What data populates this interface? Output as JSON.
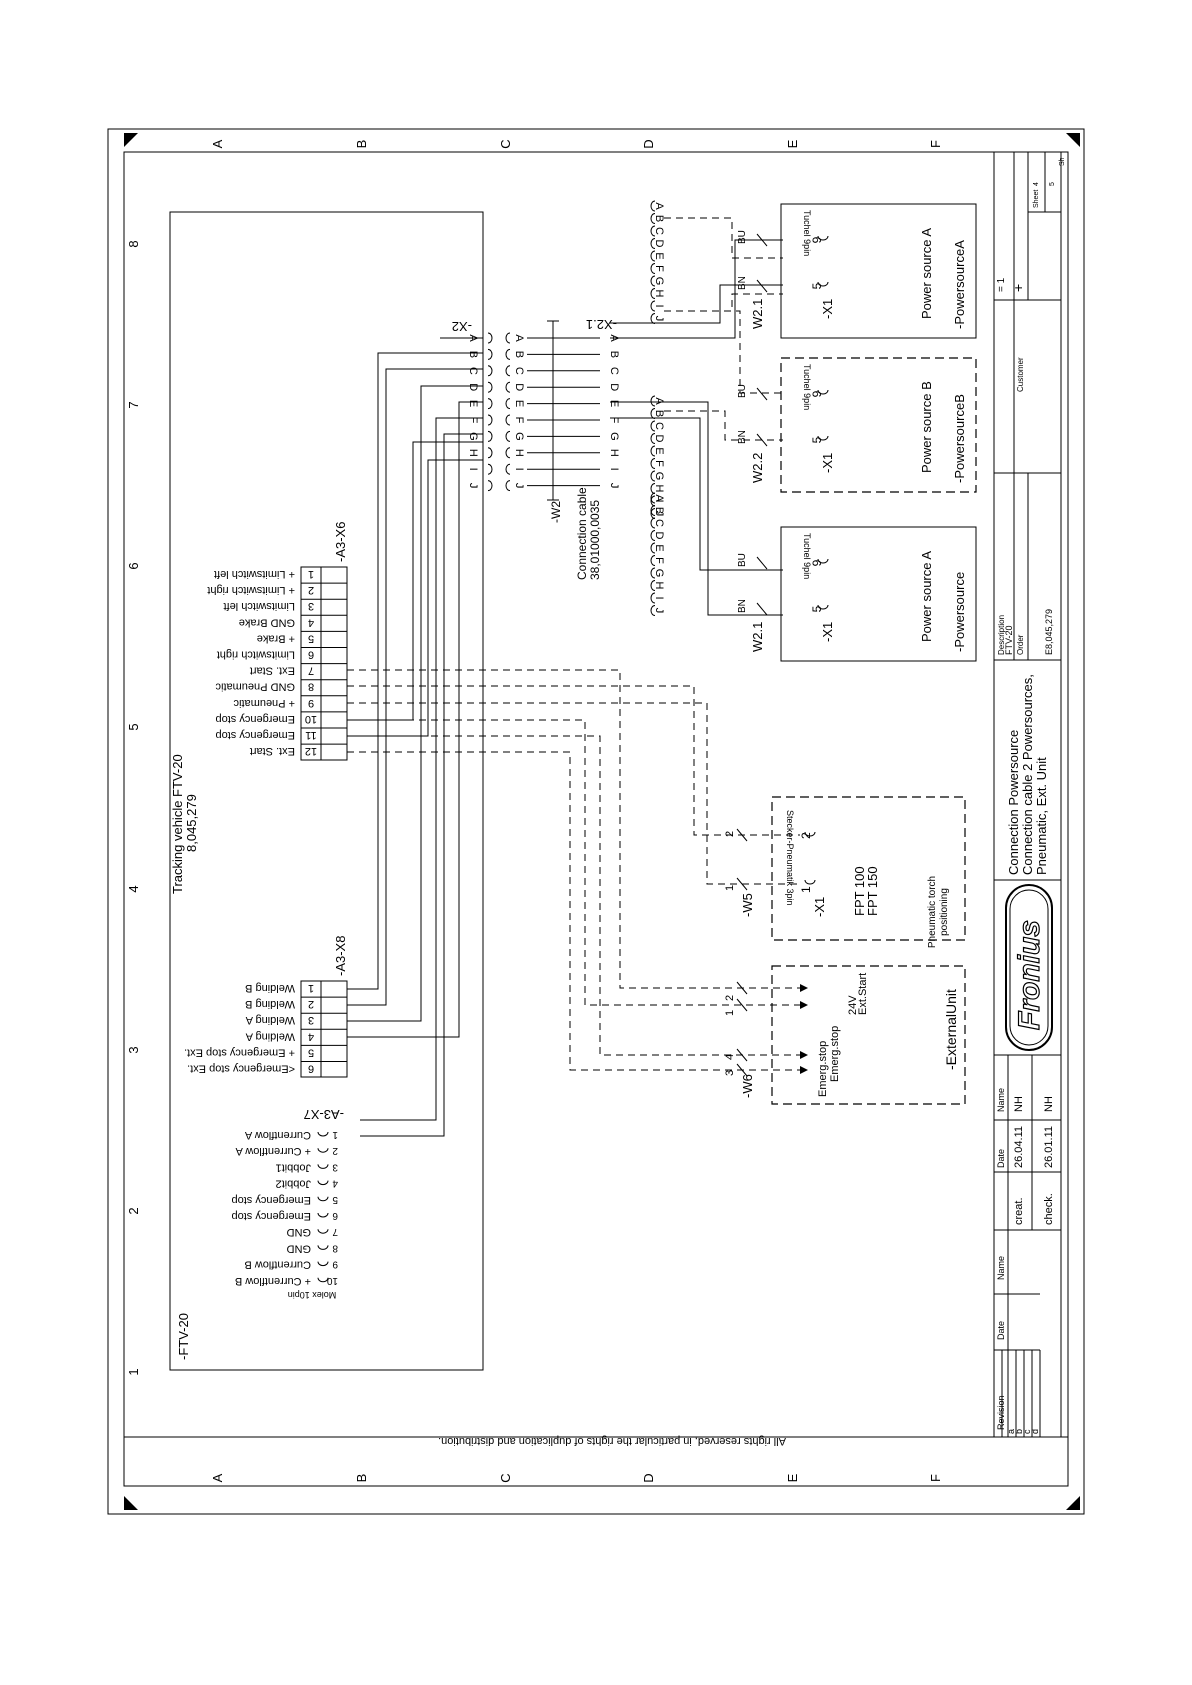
{
  "frame": {
    "zone_letters": [
      "A",
      "B",
      "C",
      "D",
      "E",
      "F"
    ],
    "zone_numbers": [
      "1",
      "2",
      "3",
      "4",
      "5",
      "6",
      "7",
      "8"
    ]
  },
  "copyright": "All rights reserved, in particular the rights of duplication and distribution.",
  "ftv": {
    "box_label": "-FTV-20",
    "title": "Tracking vehicle FTV-20",
    "part_no": "8,045,279"
  },
  "x6": {
    "tag": "-A3-X6",
    "rows": [
      {
        "num": "1",
        "label": "+ Limitswitch left"
      },
      {
        "num": "2",
        "label": "+ Limitswitch right"
      },
      {
        "num": "3",
        "label": "Limitswitch left"
      },
      {
        "num": "4",
        "label": "GND Brake"
      },
      {
        "num": "5",
        "label": "+ Brake"
      },
      {
        "num": "6",
        "label": "Limitswitch right"
      },
      {
        "num": "7",
        "label": "Ext. Start"
      },
      {
        "num": "8",
        "label": "GND Pneumatic"
      },
      {
        "num": "9",
        "label": "+ Pneumatic"
      },
      {
        "num": "10",
        "label": "Emergency stop"
      },
      {
        "num": "11",
        "label": "Emergency stop"
      },
      {
        "num": "12",
        "label": "Ext. Start"
      }
    ]
  },
  "x8": {
    "tag": "-A3-X8",
    "rows": [
      {
        "num": "1",
        "label": "Welding B"
      },
      {
        "num": "2",
        "label": "Welding B"
      },
      {
        "num": "3",
        "label": "Welding A"
      },
      {
        "num": "4",
        "label": "Welding A"
      },
      {
        "num": "5",
        "label": "+ Emergency stop Ext."
      },
      {
        "num": "6",
        "label": "<Emergency stop Ext."
      }
    ]
  },
  "x7": {
    "tag": "-A3-X7",
    "connector_type": "Molex 10pin",
    "pins": [
      {
        "num": "1",
        "label": "Currentflow A"
      },
      {
        "num": "2",
        "label": "+ Currentflow A"
      },
      {
        "num": "3",
        "label": "Jobbit1"
      },
      {
        "num": "4",
        "label": "Jobbit2"
      },
      {
        "num": "5",
        "label": "Emergency stop"
      },
      {
        "num": "6",
        "label": "Emergency stop"
      },
      {
        "num": "7",
        "label": "GND"
      },
      {
        "num": "8",
        "label": "GND"
      },
      {
        "num": "9",
        "label": "Currentflow B"
      },
      {
        "num": "10",
        "label": "+ Currentflow B"
      }
    ]
  },
  "x2": {
    "tag": "-X2",
    "letters": [
      "A",
      "B",
      "C",
      "D",
      "E",
      "F",
      "G",
      "H",
      "I",
      "J"
    ]
  },
  "x21": {
    "tag": "-X2.1",
    "letters": [
      "A",
      "B",
      "C",
      "D",
      "E",
      "F",
      "G",
      "H",
      "I",
      "J"
    ]
  },
  "upper_socket_letters": [
    "A",
    "B",
    "C",
    "D",
    "E",
    "F",
    "G",
    "H",
    "I",
    "J"
  ],
  "middle_socket_letters": [
    "A",
    "B",
    "C",
    "D",
    "E",
    "F",
    "G",
    "H",
    "I",
    "J"
  ],
  "lower_socket_letters": [
    "A",
    "B",
    "C",
    "D",
    "E",
    "F",
    "G",
    "H",
    "I",
    "J"
  ],
  "cable_w2": {
    "tag": "-W2",
    "name": "Connection cable",
    "number": "38,01000,0035"
  },
  "power_sources": [
    {
      "title": "Power source A",
      "tag": "-PowersourceA",
      "connector": "-X1",
      "pin_a": "5",
      "pin_b": "9",
      "socket_type": "Tuchel 9pin",
      "wire_tag": "W2.1",
      "wire_bn": "BN",
      "wire_bu": "BU"
    },
    {
      "title": "Power source B",
      "tag": "-PowersourceB",
      "connector": "-X1",
      "pin_a": "5",
      "pin_b": "9",
      "socket_type": "Tuchel 9pin",
      "wire_tag": "W2.2",
      "wire_bn": "BN",
      "wire_bu": "BU"
    },
    {
      "title": "Power source A",
      "tag": "-Powersource",
      "connector": "-X1",
      "pin_a": "5",
      "pin_b": "9",
      "socket_type": "Tuchel 9pin",
      "wire_tag": "W2.1",
      "wire_bn": "BN",
      "wire_bu": "BU"
    }
  ],
  "pneumatic": {
    "socket_type": "Stecker-Pneumatik 3pin",
    "models": [
      "FPT 100",
      "FPT 150"
    ],
    "caption": [
      "Pneumatic torch",
      "positioning"
    ],
    "connector": "-X1",
    "pin_1": "1",
    "pin_2": "2",
    "cable_tag": "-W5",
    "cable_cores": [
      "1",
      "2"
    ]
  },
  "external_unit": {
    "tag": "-ExternalUnit",
    "v24": "24V",
    "ext_start": "Ext.Start",
    "emerg_1": "Emerg.stop",
    "emerg_2": "Emerg.stop",
    "cable_tag": "-W6",
    "cable_cores": [
      "1",
      "2",
      "3",
      "4"
    ]
  },
  "title_block": {
    "logo_text": "Fronius",
    "description_lines": [
      "Connection Powersource",
      "Connection cable 2 Powersources,",
      "Pneumatic, Ext. Unit"
    ],
    "description_label": "Description",
    "description_value": "FTV-20",
    "order_label": "Order",
    "order_value": "E8,045,279",
    "customer_label": "Customer",
    "equals_mark": "= 1",
    "plus_mark": "+",
    "sheet_label": "Sheet",
    "sheet_value": "4",
    "sheets_value": "5",
    "sheet_of": "Sh",
    "revision_header": [
      "Revision",
      "Date",
      "Name"
    ],
    "revision_rows": [
      "a",
      "b",
      "c",
      "d"
    ],
    "creat_label": "creat.",
    "check_label": "check.",
    "creat_date": "26.04.11",
    "check_date": "26.01.11",
    "date_header": "Date",
    "name_header": "Name",
    "creat_name": "NH",
    "check_name": "NH"
  }
}
